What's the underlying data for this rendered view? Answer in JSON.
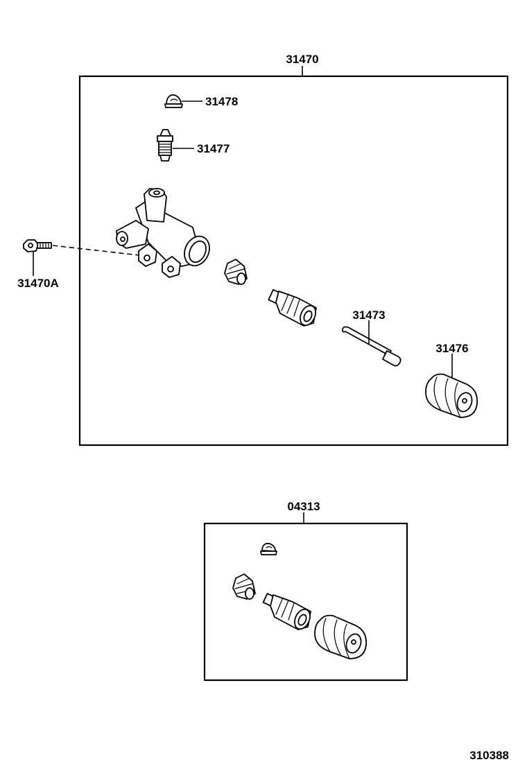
{
  "labels": {
    "assembly": "31470",
    "nut_cap": "31478",
    "bleeder_plug": "31477",
    "bolt": "31470A",
    "push_rod": "31473",
    "boot": "31476",
    "repair_kit": "04313",
    "diagram_id": "310388"
  },
  "colors": {
    "line": "#000000",
    "background": "#ffffff"
  }
}
